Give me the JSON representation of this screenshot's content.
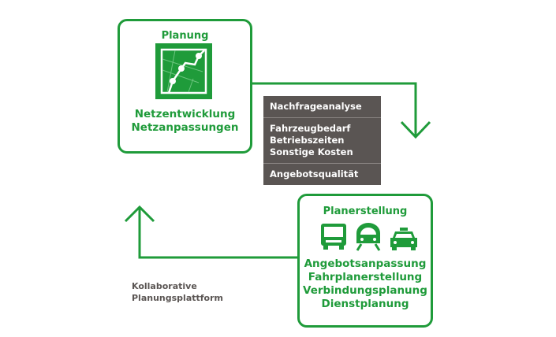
{
  "planung": {
    "title": "Planung",
    "icon": "network-map-icon",
    "items": [
      "Netzentwicklung",
      "Netzanpassungen"
    ]
  },
  "analysis": {
    "rows": [
      [
        "Nachfrageanalyse"
      ],
      [
        "Fahrzeugbedarf",
        "Betriebszeiten",
        "Sonstige Kosten"
      ],
      [
        "Angebotsqualität"
      ]
    ]
  },
  "planerstellung": {
    "title": "Planerstellung",
    "icons": [
      "bus-icon",
      "train-icon",
      "taxi-icon"
    ],
    "items": [
      "Angebotsanpassung",
      "Fahrplanerstellung",
      "Verbindungsplanung",
      "Dienstplanung"
    ]
  },
  "caption": [
    "Kollaborative",
    "Planungsplattform"
  ],
  "colors": {
    "accent": "#1f9b3a",
    "panel": "#5a5553"
  }
}
